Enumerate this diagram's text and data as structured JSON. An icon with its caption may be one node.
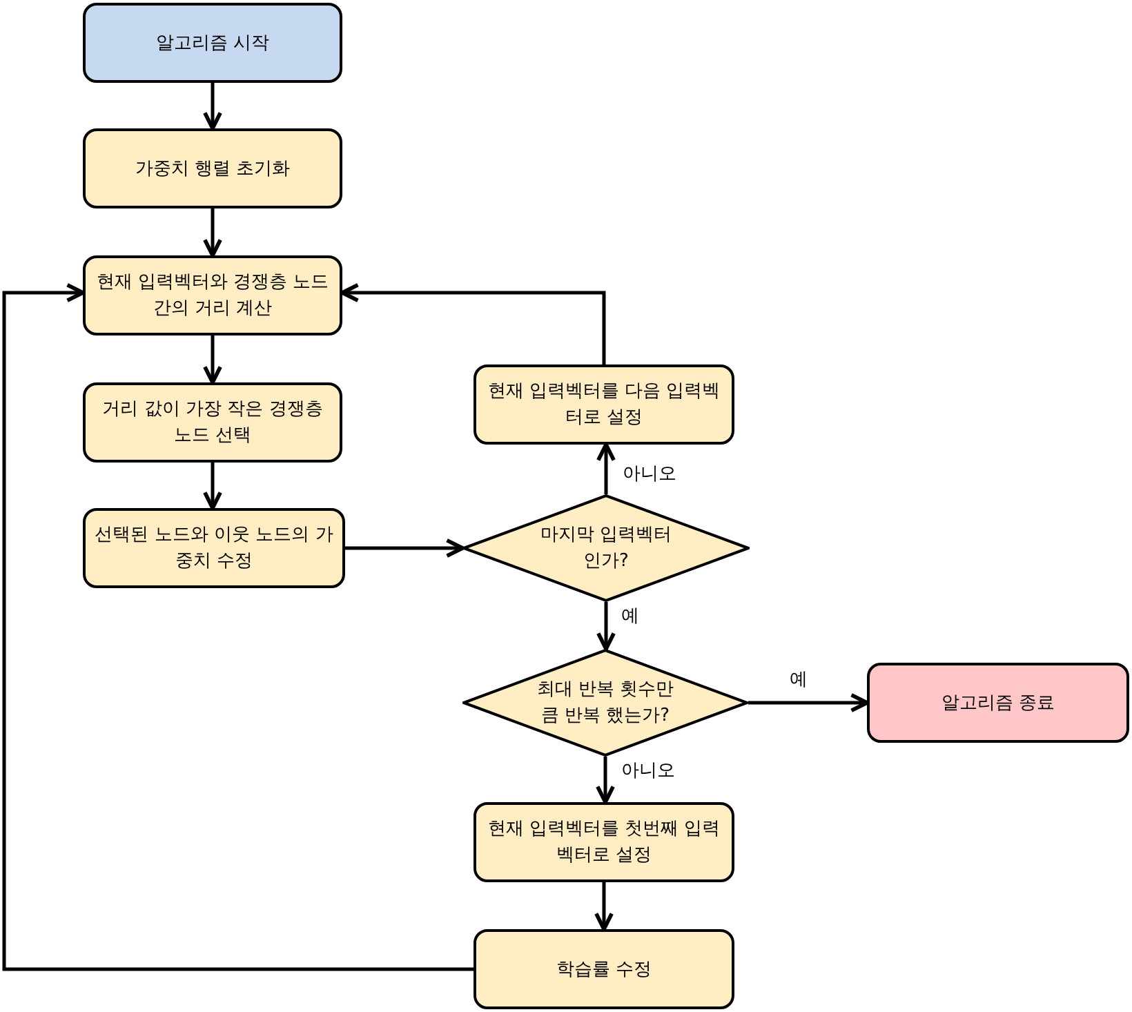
{
  "diagram": {
    "nodes": [
      {
        "text": [
          "알고리즘 시작"
        ]
      },
      {
        "text": [
          "가중치 행렬 초기화"
        ]
      },
      {
        "text": [
          "현재 입력벡터와 경쟁층 노드간의 거리 계산"
        ]
      },
      {
        "text": [
          "거리 값이 가장 작은 경쟁층 노드 선택"
        ]
      },
      {
        "text": [
          "선택된 노드와 이웃 노드의 가중치 수정"
        ]
      },
      {
        "text": [
          "현재 입력벡터를 다음 입력벡터로 설정"
        ]
      },
      {
        "text": [
          "마지막 입력벡터인가?"
        ]
      },
      {
        "text": [
          "최대 반복 횟수만큼 반복 했는가?"
        ]
      },
      {
        "text": [
          "알고리즘 종료"
        ]
      },
      {
        "text": [
          "현재 입력벡터를 첫번째 입력벡터로 설정"
        ]
      },
      {
        "text": [
          "학습률 수정"
        ]
      }
    ],
    "edges": [
      {
        "from": 0,
        "to": 1,
        "arrow": "to"
      },
      {
        "from": 1,
        "to": 2,
        "arrow": "to"
      },
      {
        "from": 2,
        "to": 3,
        "arrow": "to"
      },
      {
        "from": 3,
        "to": 4,
        "arrow": "to"
      },
      {
        "from": 4,
        "to": 6,
        "arrow": "to"
      },
      {
        "from": 6,
        "to": 5,
        "arrow": "to",
        "label": "아니오"
      },
      {
        "from": 5,
        "to": 2,
        "arrow": "to"
      },
      {
        "from": 6,
        "to": 7,
        "arrow": "to",
        "label": "예"
      },
      {
        "from": 7,
        "to": 8,
        "arrow": "to",
        "label": "예"
      },
      {
        "from": 7,
        "to": 9,
        "arrow": "to",
        "label": "아니오"
      },
      {
        "from": 9,
        "to": 10,
        "arrow": "to"
      },
      {
        "from": 10,
        "to": 2,
        "arrow": "to"
      }
    ]
  }
}
